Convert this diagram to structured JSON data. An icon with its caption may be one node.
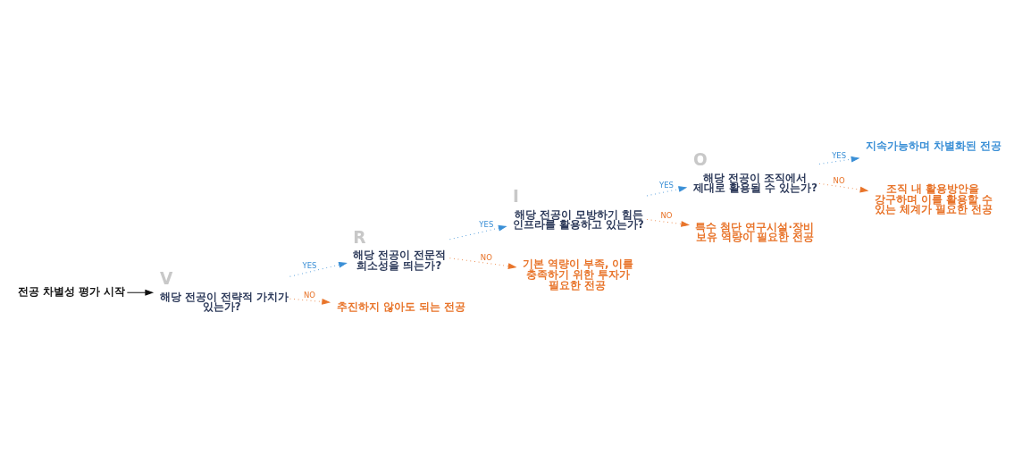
{
  "diagram": {
    "nodes": [
      {
        "text": [
          "전공 차별성 평가 시작"
        ]
      },
      {
        "text": [
          "해당 전공이 전략적 가치가 있는가?"
        ],
        "beside": [
          "V"
        ]
      },
      {
        "text": [
          "해당 전공이 전문적 희소성을 띄는가?"
        ],
        "beside": [
          "R"
        ]
      },
      {
        "text": [
          "해당 전공이 모방하기 힘든 인프라를 활용하고 있는가?"
        ],
        "beside": [
          "I"
        ]
      },
      {
        "text": [
          "해당 전공이 조직에서 제대로 활용될 수 있는가?"
        ],
        "beside": [
          "O"
        ]
      },
      {
        "text": [
          "지속가능하며 차별화된 전공"
        ]
      },
      {
        "text": [
          "추진하지 않아도 되는 전공"
        ]
      },
      {
        "text": [
          "기본 역량이 부족, 이를 충족하기 위한 투자가 필요한 전공"
        ]
      },
      {
        "text": [
          "특수 첨단 연구시설·장비 보유 역량이 필요한 전공"
        ]
      },
      {
        "text": [
          "조직 내 활용방안을 강구하며 이를 활용할 수 있는 체계가 필요한 전공"
        ]
      }
    ],
    "edges": [
      {
        "from": 0,
        "to": 1,
        "arrow": "to",
        "color": "#111111"
      },
      {
        "from": 1,
        "to": 2,
        "arrow": "to",
        "label": "YES",
        "style": "dashed",
        "color": "#3a8fd6"
      },
      {
        "from": 2,
        "to": 3,
        "arrow": "to",
        "label": "YES",
        "style": "dashed",
        "color": "#3a8fd6"
      },
      {
        "from": 3,
        "to": 4,
        "arrow": "to",
        "label": "YES",
        "style": "dashed",
        "color": "#3a8fd6"
      },
      {
        "from": 4,
        "to": 5,
        "arrow": "to",
        "label": "YES",
        "style": "dashed",
        "color": "#3a8fd6"
      },
      {
        "from": 1,
        "to": 6,
        "arrow": "to",
        "label": "NO",
        "style": "dashed",
        "color": "#e8742a"
      },
      {
        "from": 2,
        "to": 7,
        "arrow": "to",
        "label": "NO",
        "style": "dashed",
        "color": "#e8742a"
      },
      {
        "from": 3,
        "to": 8,
        "arrow": "to",
        "label": "NO",
        "style": "dashed",
        "color": "#e8742a"
      },
      {
        "from": 4,
        "to": 9,
        "arrow": "to",
        "label": "NO",
        "style": "dashed",
        "color": "#e8742a"
      }
    ]
  }
}
